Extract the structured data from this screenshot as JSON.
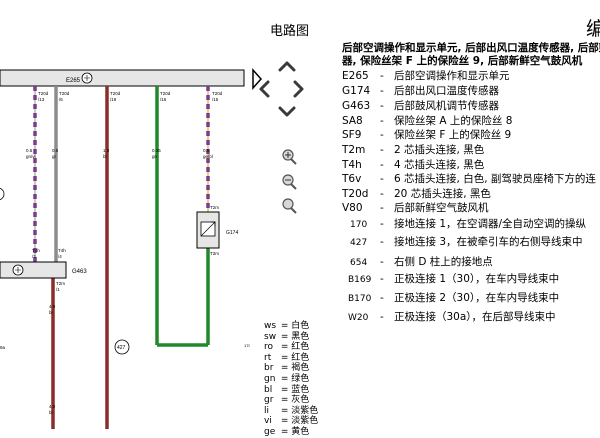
{
  "page_title": "电路图",
  "corner_title": "编",
  "description": {
    "line1": "后部空调操作和显示单元, 后部出风口温度传感器, 后部鼓风",
    "line2": "器, 保险丝架 F 上的保险丝 9, 后部新鲜空气鼓风机"
  },
  "legend": [
    {
      "code": "E265",
      "text": "后部空调操作和显示单元"
    },
    {
      "code": "G174",
      "text": "后部出风口温度传感器"
    },
    {
      "code": "G463",
      "text": "后部鼓风机调节传感器"
    },
    {
      "code": "SA8",
      "text": "保险丝架 A 上的保险丝 8"
    },
    {
      "code": "SF9",
      "text": "保险丝架 F 上的保险丝 9"
    },
    {
      "code": "T2m",
      "text": "2 芯插头连接, 黑色"
    },
    {
      "code": "T4h",
      "text": "4 芯插头连接, 黑色"
    },
    {
      "code": "T6v",
      "text": "6 芯插头连接, 白色, 副驾驶员座椅下方的连"
    },
    {
      "code": "T20d",
      "text": "20 芯插头连接, 黑色"
    },
    {
      "code": "V80",
      "text": "后部新鲜空气鼓风机"
    }
  ],
  "legend2": [
    {
      "code": "170",
      "text": "接地连接 1，在空调器/全自动空调的操纵"
    },
    {
      "code": "427",
      "text": "接地连接 3，在被牵引车的右侧导线束中"
    },
    {
      "code": "654",
      "text": "右侧 D 柱上的接地点"
    },
    {
      "code": "B169",
      "text": "正极连接 1（30），在车内导线束中"
    },
    {
      "code": "B170",
      "text": "正极连接 2（30），在车内导线束中"
    },
    {
      "code": "W20",
      "text": "正极连接（30a），在后部导线束中"
    }
  ],
  "wire_colors": [
    {
      "code": "ws",
      "name": "白色"
    },
    {
      "code": "sw",
      "name": "黑色"
    },
    {
      "code": "ro",
      "name": "红色"
    },
    {
      "code": "rt",
      "name": "红色"
    },
    {
      "code": "br",
      "name": "褐色"
    },
    {
      "code": "gn",
      "name": "绿色"
    },
    {
      "code": "bl",
      "name": "蓝色"
    },
    {
      "code": "gr",
      "name": "灰色"
    },
    {
      "code": "li",
      "name": "淡紫色"
    },
    {
      "code": "vi",
      "name": "淡紫色"
    },
    {
      "code": "ge",
      "name": "黄色"
    }
  ],
  "diagram": {
    "unit_label": "E265",
    "sensor1_label": "G463",
    "sensor2_label": "G174",
    "ground_label": "427",
    "connector_labels": {
      "t20d_13": "T20d\n/13",
      "t20d_6": "T20d\n/6",
      "t20d_19": "T20d\n/19",
      "t20d_16": "T20d\n/16",
      "t20d_15": "T20d\n/15",
      "t4h_3": "T4h\n/3",
      "t4h_4": "T4h\n/4",
      "t2m_2": "T2m\n/2",
      "t2m_1": "T2m\n/1",
      "t20_left": "T20d",
      "t2m_bottom": "T2m\n/1"
    },
    "wire_labels": {
      "w1": "0.5\ngn/vi",
      "w2": "0.5\ngr",
      "w3": "1.0\nbr",
      "w4": "0.35\ngn",
      "w5": "0.5\nge/bl",
      "w6": "4.0\nbr",
      "w7": "4.0\nbr"
    },
    "edge_label": "9a",
    "right_edge": "170"
  },
  "colors": {
    "purple_dash": "#7a3c8c",
    "grey": "#8c8c8c",
    "brown": "#8b2e2a",
    "green": "#1f8a2a",
    "unit_fill": "#e6e6e6"
  }
}
